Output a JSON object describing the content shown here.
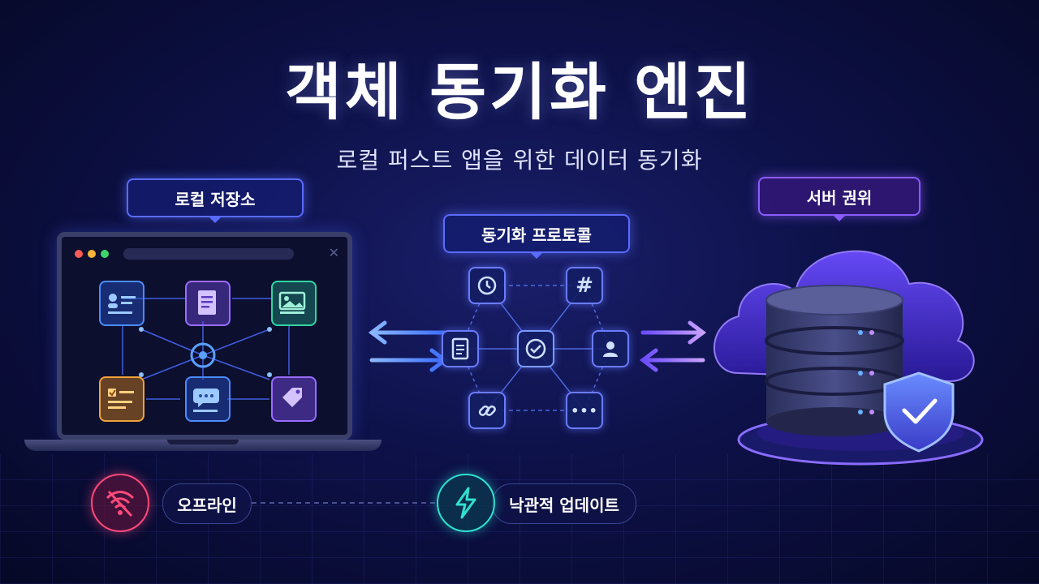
{
  "header": {
    "title": "객체 동기화 엔진",
    "subtitle": "로컬 퍼스트 앱을 위한 데이터 동기화"
  },
  "labels": {
    "local": "로컬 저장소",
    "protocol": "동기화 프로토콜",
    "server": "서버 권위"
  },
  "bottom": {
    "offline": "오프라인",
    "optimistic": "낙관적 업데이트"
  },
  "protocol_nodes": {
    "hash_symbol": "#",
    "more_symbol": "•••"
  },
  "colors": {
    "accent_blue": "#5a6cff",
    "accent_purple": "#8a5cff",
    "card_blue": "#4a8cff",
    "card_purple": "#9a6cff",
    "card_green": "#2fd6a0",
    "card_orange": "#f0a23a",
    "offline_red": "#ff4a7a",
    "bolt_cyan": "#2fe0d0"
  },
  "icons": {
    "laptop_cards": [
      "user-card-icon",
      "document-icon",
      "image-icon",
      "checklist-icon",
      "chat-icon",
      "tag-icon"
    ],
    "protocol": [
      "clock-icon",
      "hash-icon",
      "document-icon",
      "check-icon",
      "user-icon",
      "link-icon",
      "more-icon"
    ],
    "server": [
      "database-icon",
      "cloud-icon",
      "shield-check-icon"
    ],
    "bottom": [
      "wifi-off-icon",
      "lightning-icon"
    ]
  }
}
